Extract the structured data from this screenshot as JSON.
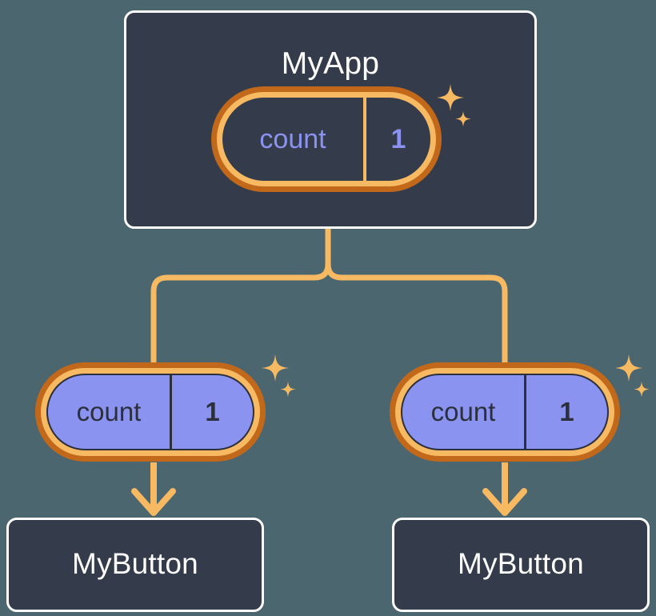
{
  "palette": {
    "page_background": "#4c6670",
    "card_background": "#343b4a",
    "card_border": "#ffffff",
    "pill_ring_outer": "#c1681a",
    "pill_ring_inner": "#f7b961",
    "pill_child_fill": "#8a93f0",
    "accent_purple": "#8a93f0",
    "connector": "#f7b961",
    "dark_text": "#2b303c",
    "light_text": "#ffffff"
  },
  "diagram": {
    "type": "component-tree",
    "root": {
      "title": "MyApp",
      "state": {
        "key": "count",
        "value": "1"
      },
      "sparkle": true
    },
    "children": [
      {
        "title": "MyButton",
        "state": {
          "key": "count",
          "value": "1"
        },
        "sparkle": true
      },
      {
        "title": "MyButton",
        "state": {
          "key": "count",
          "value": "1"
        },
        "sparkle": true
      }
    ]
  },
  "icons": {
    "sparkle_large": "sparkle-four-point-icon",
    "sparkle_small": "sparkle-four-point-small-icon",
    "arrow_down": "arrow-down-icon"
  }
}
